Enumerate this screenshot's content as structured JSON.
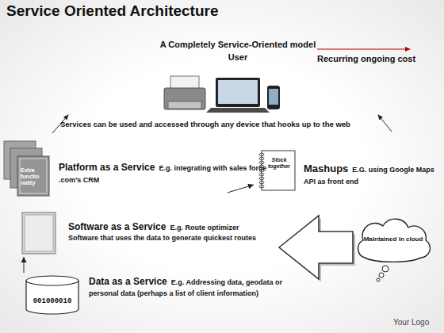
{
  "diagram": {
    "title": "Service Oriented Architecture",
    "nodes": [
      {
        "text": [
          "Extra functio nality",
          "Platform as a Service",
          "E.g. integrating with sales force .com’s CRM"
        ]
      },
      {
        "text": [
          "Stock together",
          "Mashups",
          "E.G. using Google Maps API as front end"
        ]
      },
      {
        "text": [
          "Software as a Service",
          "E.g. Route optimizer",
          "Software that uses the data to generate quickest routes"
        ]
      },
      {
        "text": [
          "Maintained in cloud"
        ]
      },
      {
        "text": [
          "001000010",
          "Data as a Service",
          "E.g. Addressing data, geodata or personal data (perhaps a list of client information)"
        ]
      }
    ],
    "edges": [
      {
        "from": 0,
        "to": 1,
        "arrow": "to"
      },
      {
        "from": 4,
        "to": 2,
        "arrow": "to"
      },
      {
        "from": 3,
        "to": 2,
        "arrow": "to"
      }
    ],
    "labels": [
      "A Completely Service-Oriented model",
      "User",
      "Recurring ongoing cost",
      "Services can be used and accessed through any device that hooks up to the web",
      "Your Logo"
    ]
  }
}
